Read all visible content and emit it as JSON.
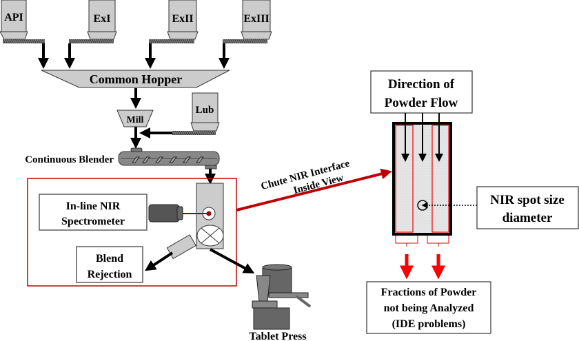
{
  "feeders": [
    {
      "label": "API"
    },
    {
      "label": "ExI"
    },
    {
      "label": "ExII"
    },
    {
      "label": "ExIII"
    }
  ],
  "common_hopper": "Common Hopper",
  "mill": "Mill",
  "lubricant_feeder": "Lub",
  "blender": "Continuous Blender",
  "spectrometer": {
    "line1": "In-line NIR",
    "line2": "Spectrometer"
  },
  "blend_rejection": {
    "line1": "Blend",
    "line2": "Rejection"
  },
  "tablet_press": "Tablet Press",
  "chute_interface": {
    "line1": "Chute NIR Interface",
    "line2": "Inside View"
  },
  "flow_direction": {
    "line1": "Direction of",
    "line2": "Powder Flow"
  },
  "spot_size": {
    "line1": "NIR spot size",
    "line2": "diameter"
  },
  "fractions": {
    "line1": "Fractions of Powder",
    "line2": "not being Analyzed",
    "line3": "(IDE problems)"
  },
  "colors": {
    "accent_red": "#c00000",
    "bright_red": "#ff0000",
    "gray": "#c8c8c8",
    "dark_gray": "#5a5a5a"
  }
}
